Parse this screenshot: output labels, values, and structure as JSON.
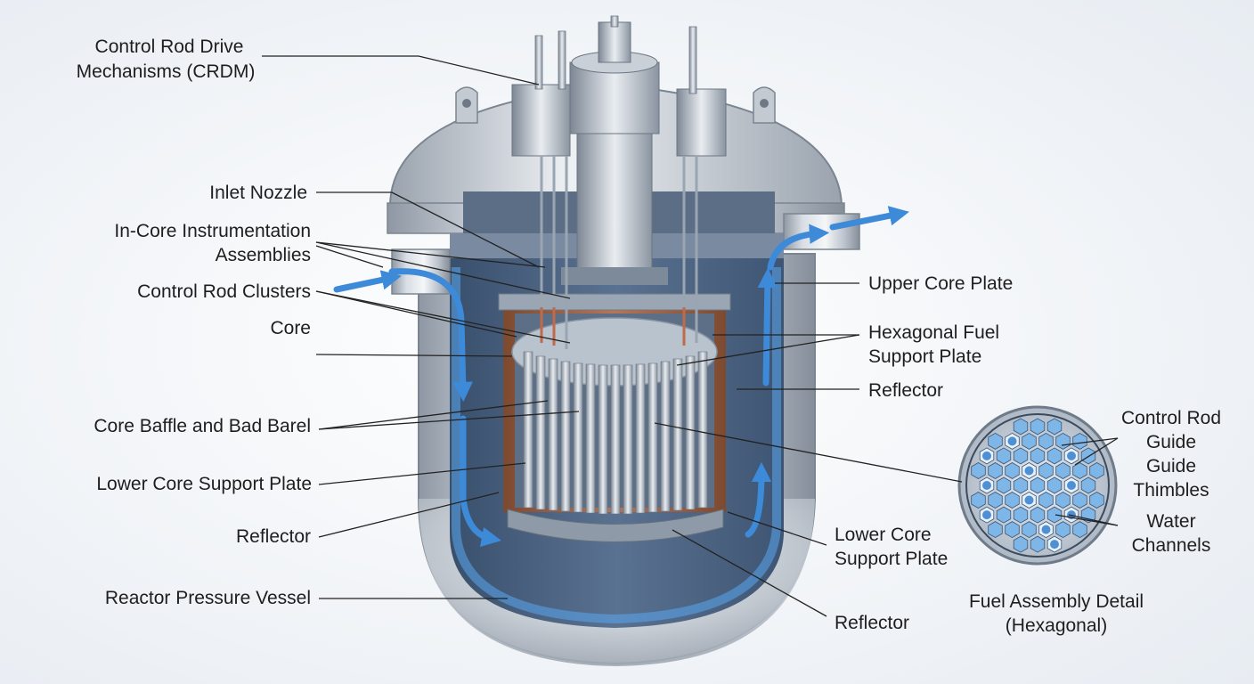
{
  "labels": {
    "crdm_1": "Control Rod Drive",
    "crdm_2": "Mechanisms (CRDM)",
    "inlet_nozzle": "Inlet Nozzle",
    "instrumentation_1": "In-Core Instrumentation",
    "instrumentation_2": "Assemblies",
    "control_rod_clusters": "Control Rod Clusters",
    "core": "Core",
    "core_baffle": "Core Baffle and Bad Barel",
    "lower_core_support_left": "Lower Core Support Plate",
    "reflector_left": "Reflector",
    "reactor_pressure_vessel": "Reactor Pressure Vessel",
    "upper_core_plate": "Upper Core Plate",
    "hex_support_1": "Hexagonal Fuel",
    "hex_support_2": "Support Plate",
    "reflector_right": "Reflector",
    "lower_core_support_right_1": "Lower Core",
    "lower_core_support_right_2": "Support Plate",
    "reflector_bottom": "Reflector",
    "detail_control_rod": "Control Rod",
    "detail_guide": "Guide",
    "detail_guide_2": "Guide",
    "detail_thimbles": "Thimbles",
    "detail_water": "Water",
    "detail_channels": "Channels",
    "detail_title_1": "Fuel Assembly Detail",
    "detail_title_2": "(Hexagonal)"
  },
  "colors": {
    "coolant_flow": "#3d8ad9",
    "vessel_steel": "#c4cad3",
    "interior_dark": "#4f6480",
    "reflector_copper": "#a86745",
    "leader_line": "#222222"
  }
}
